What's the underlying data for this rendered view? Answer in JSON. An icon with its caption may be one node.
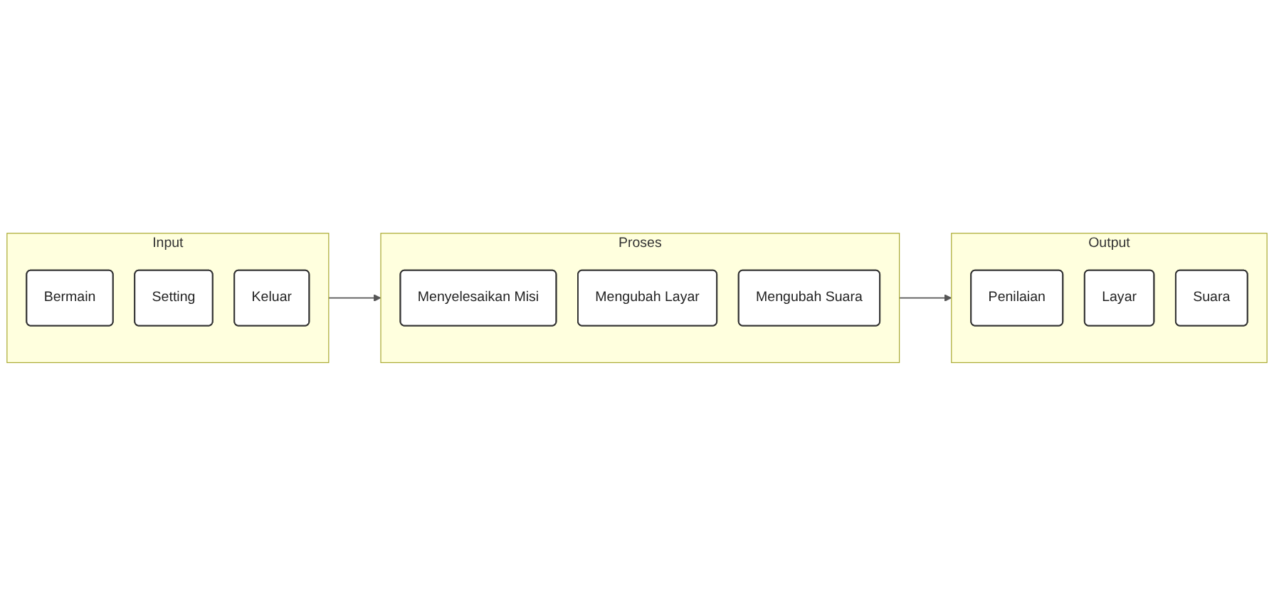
{
  "diagram": {
    "nodes": [
      {
        "text": [
          "Input"
        ]
      },
      {
        "text": [
          "Bermain"
        ],
        "in": 0
      },
      {
        "text": [
          "Setting"
        ],
        "in": 0
      },
      {
        "text": [
          "Keluar"
        ],
        "in": 0
      },
      {
        "text": [
          "Proses"
        ]
      },
      {
        "text": [
          "Menyelesaikan Misi"
        ],
        "in": 4
      },
      {
        "text": [
          "Mengubah Layar"
        ],
        "in": 4
      },
      {
        "text": [
          "Mengubah Suara"
        ],
        "in": 4
      },
      {
        "text": [
          "Output"
        ]
      },
      {
        "text": [
          "Penilaian"
        ],
        "in": 8
      },
      {
        "text": [
          "Layar"
        ],
        "in": 8
      },
      {
        "text": [
          "Suara"
        ],
        "in": 8
      }
    ],
    "edges": [
      {
        "from": 0,
        "to": 4,
        "arrow": "to"
      },
      {
        "from": 4,
        "to": 8,
        "arrow": "to"
      }
    ]
  }
}
